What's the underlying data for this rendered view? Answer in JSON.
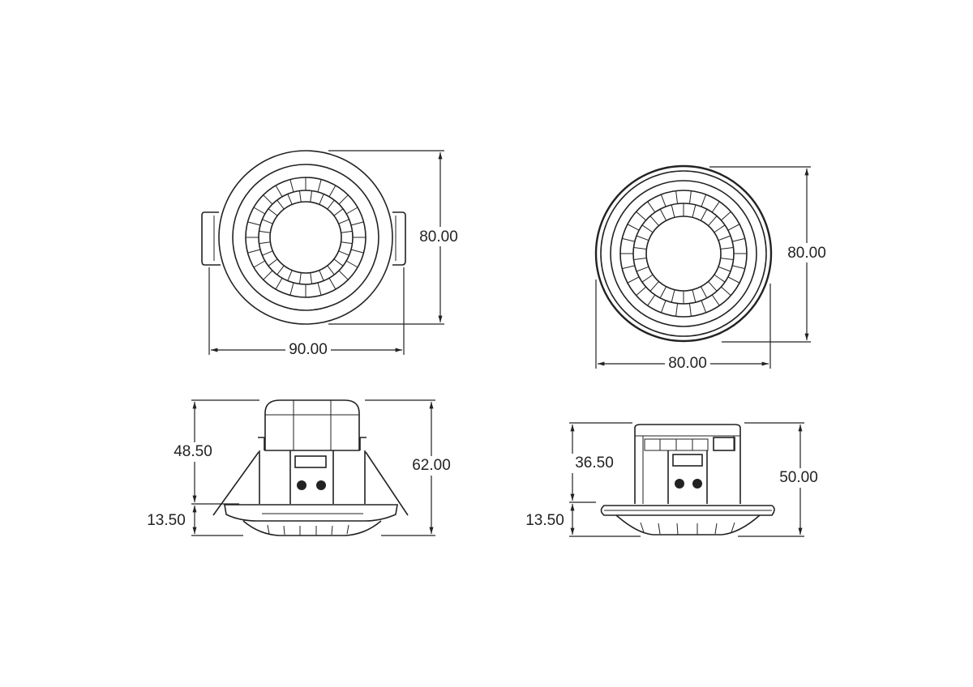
{
  "drawings": {
    "top_left_view": {
      "height_label": "80.00",
      "width_label": "90.00"
    },
    "top_right_view": {
      "height_label": "80.00",
      "width_label": "80.00"
    },
    "side_left_view": {
      "body_height_label": "48.50",
      "flange_height_label": "13.50",
      "total_height_label": "62.00"
    },
    "side_right_view": {
      "body_height_label": "36.50",
      "flange_height_label": "13.50",
      "total_height_label": "50.00"
    }
  },
  "colors": {
    "line": "#222222",
    "background": "#ffffff"
  }
}
